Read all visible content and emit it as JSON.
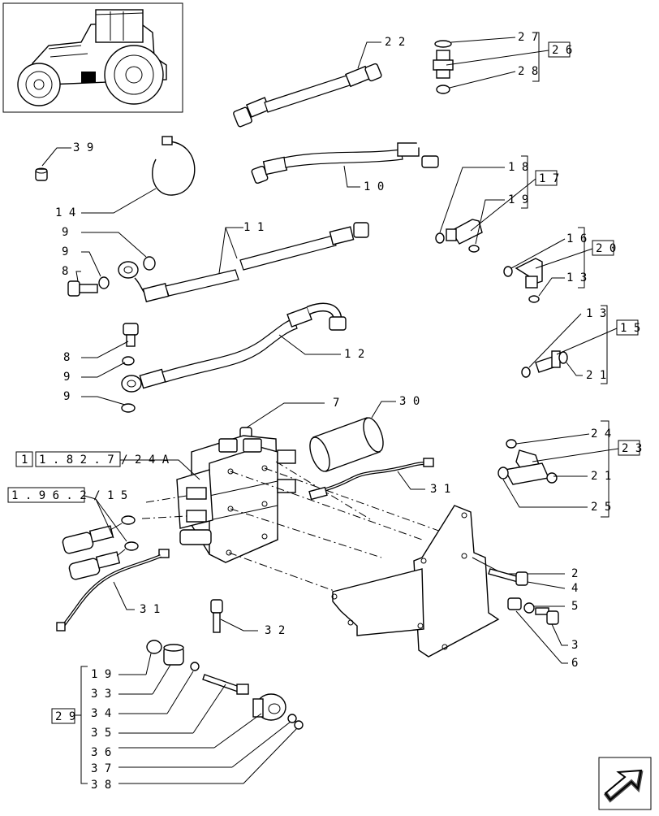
{
  "callouts": {
    "n22": "2 2",
    "n27": "2 7",
    "n26": "2 6",
    "n28": "2 8",
    "n39": "3 9",
    "n10": "1 0",
    "n14": "1 4",
    "n18": "1 8",
    "n17": "1 7",
    "n19a": "1 9",
    "n16": "1 6",
    "n20": "2 0",
    "n13a": "1 3",
    "n11": "1 1",
    "n9a": "9",
    "n9b": "9",
    "n8a": "8",
    "n13b": "1 3",
    "n15": "1 5",
    "n21a": "2 1",
    "n8b": "8",
    "n12": "1 2",
    "n9c": "9",
    "n9d": "9",
    "n7": "7",
    "n30": "3 0",
    "n24": "2 4",
    "n23": "2 3",
    "n21b": "2 1",
    "n25": "2 5",
    "ref1_num": "1",
    "ref1_code": "1 . 8 2 . 7 / 2 4 A",
    "ref2_code": "1 . 9 6 . 2 / 1 5",
    "n31a": "3 1",
    "n2": "2",
    "n4": "4",
    "n5": "5",
    "n3": "3",
    "n6": "6",
    "n31b": "3 1",
    "n32": "3 2",
    "n29": "2 9",
    "kit29": [
      "1 9",
      "3 3",
      "3 4",
      "3 5",
      "3 6",
      "3 7",
      "3 8"
    ]
  },
  "icons": [
    "tractor-thumbnail",
    "next-page-arrow-icon"
  ]
}
